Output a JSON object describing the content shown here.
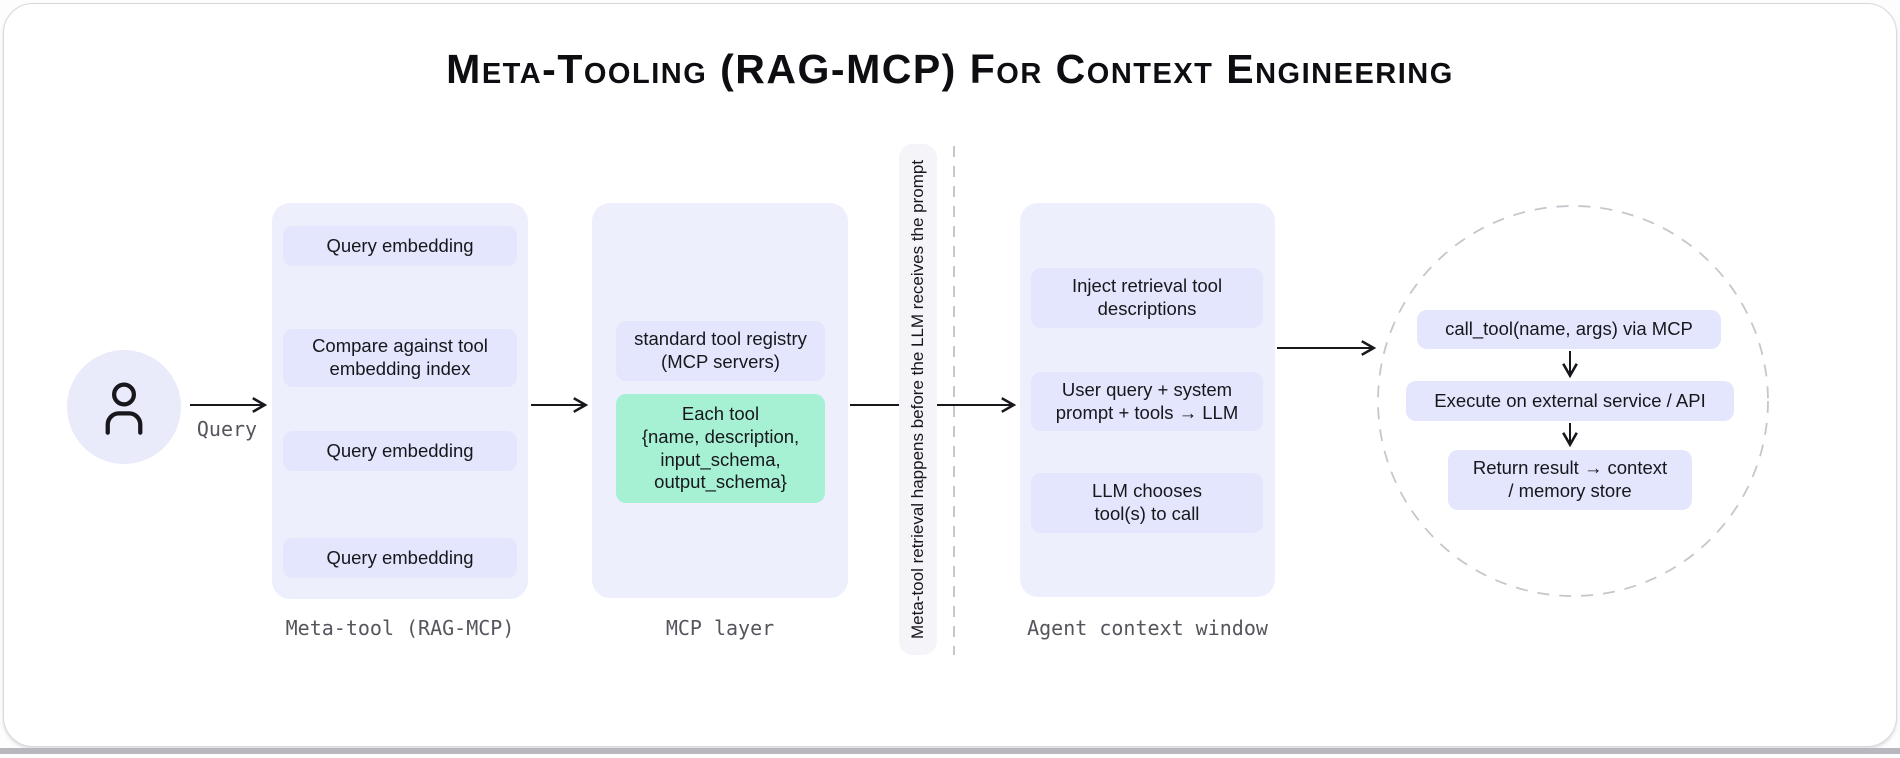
{
  "title": "Meta-Tooling (RAG-MCP) For Context Engineering",
  "actor": {
    "icon": "user-icon",
    "query_label": "Query"
  },
  "meta_tool": {
    "label": "Meta-tool (RAG-MCP)",
    "boxes": [
      "Query embedding",
      "Compare against tool\nembedding index",
      "Query embedding",
      "Query embedding"
    ]
  },
  "mcp_layer": {
    "label": "MCP layer",
    "boxes": [
      {
        "text": "standard tool registry\n(MCP servers)",
        "color": "lavender"
      },
      {
        "text": "Each tool\n{name, description,\ninput_schema,\noutput_schema}",
        "color": "mint"
      }
    ]
  },
  "divider": {
    "note": "Meta-tool retrieval happens before the LLM receives the prompt"
  },
  "agent_context": {
    "label": "Agent context window",
    "boxes": [
      "Inject retrieval tool\ndescriptions",
      "User query + system\nprompt + tools → LLM",
      "LLM chooses\ntool(s) to call"
    ]
  },
  "execution": {
    "boxes": [
      "call_tool(name, args) via MCP",
      "Execute on external service / API",
      "Return result → context\n/ memory store"
    ]
  },
  "colors": {
    "card_bg": "#FFFFFF",
    "card_border": "#D8D8DE",
    "window_strip": "#B7B7BD",
    "container_bg": "#EDEFFD",
    "node_bg": "#E3E6FC",
    "mint_bg": "#A6F1D4",
    "actor_bg": "#E9EBFA",
    "note_bar_bg": "#F4F4F9",
    "arrow": "#17171C",
    "text": "#17171C",
    "label_text": "#55555D",
    "dashed": "#C6C6CD"
  }
}
